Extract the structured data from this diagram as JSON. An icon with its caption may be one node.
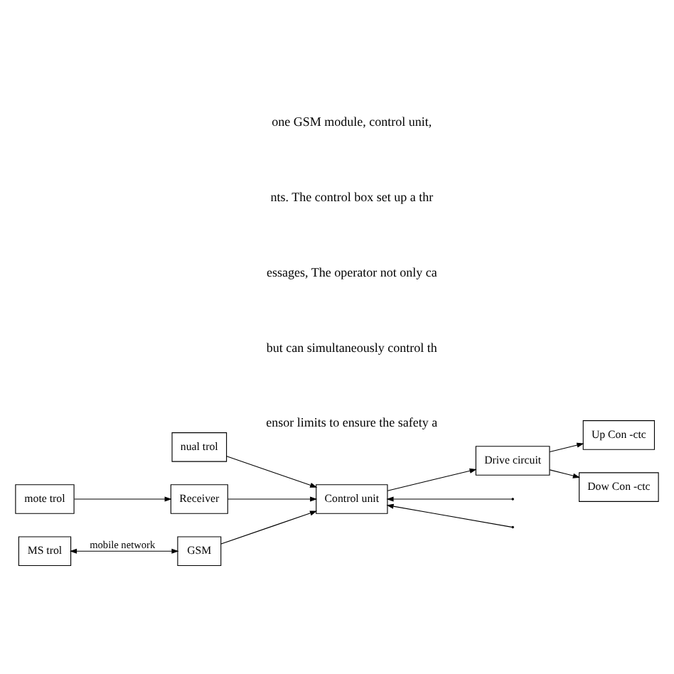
{
  "diagram": {
    "nodes": [
      {
        "text": [
          "nual trol"
        ]
      },
      {
        "text": [
          "mote trol"
        ]
      },
      {
        "text": [
          "MS trol"
        ]
      },
      {
        "text": [
          "Receiver"
        ]
      },
      {
        "text": [
          "Control unit"
        ]
      },
      {
        "text": [
          "GSM"
        ]
      },
      {
        "text": [
          "Drive circuit"
        ]
      },
      {
        "text": [
          "Up Con -ctc"
        ]
      },
      {
        "text": [
          "Dow Con -ctc"
        ]
      }
    ],
    "edges": [
      {
        "from": 0,
        "to": 4,
        "arrow": "to"
      },
      {
        "from": 1,
        "to": 3,
        "arrow": "to"
      },
      {
        "from": 3,
        "to": 4,
        "arrow": "to"
      },
      {
        "from": 2,
        "to": 5,
        "arrow": "both",
        "label": "mobile network"
      },
      {
        "from": 5,
        "to": 4,
        "arrow": "to"
      },
      {
        "from": 4,
        "to": 6,
        "arrow": "to"
      },
      {
        "from": 6,
        "to": 7,
        "arrow": "to"
      },
      {
        "from": 6,
        "to": 8,
        "arrow": "to"
      },
      {
        "from": null,
        "to": 4,
        "arrow": "to"
      },
      {
        "from": null,
        "to": 4,
        "arrow": "to"
      }
    ],
    "labels": [
      "one GSM module, control unit,",
      "nts. The control box set up a thr",
      "essages, The operator not only ca",
      "but can simultaneously control th",
      "ensor limits to ensure the safety a"
    ]
  }
}
